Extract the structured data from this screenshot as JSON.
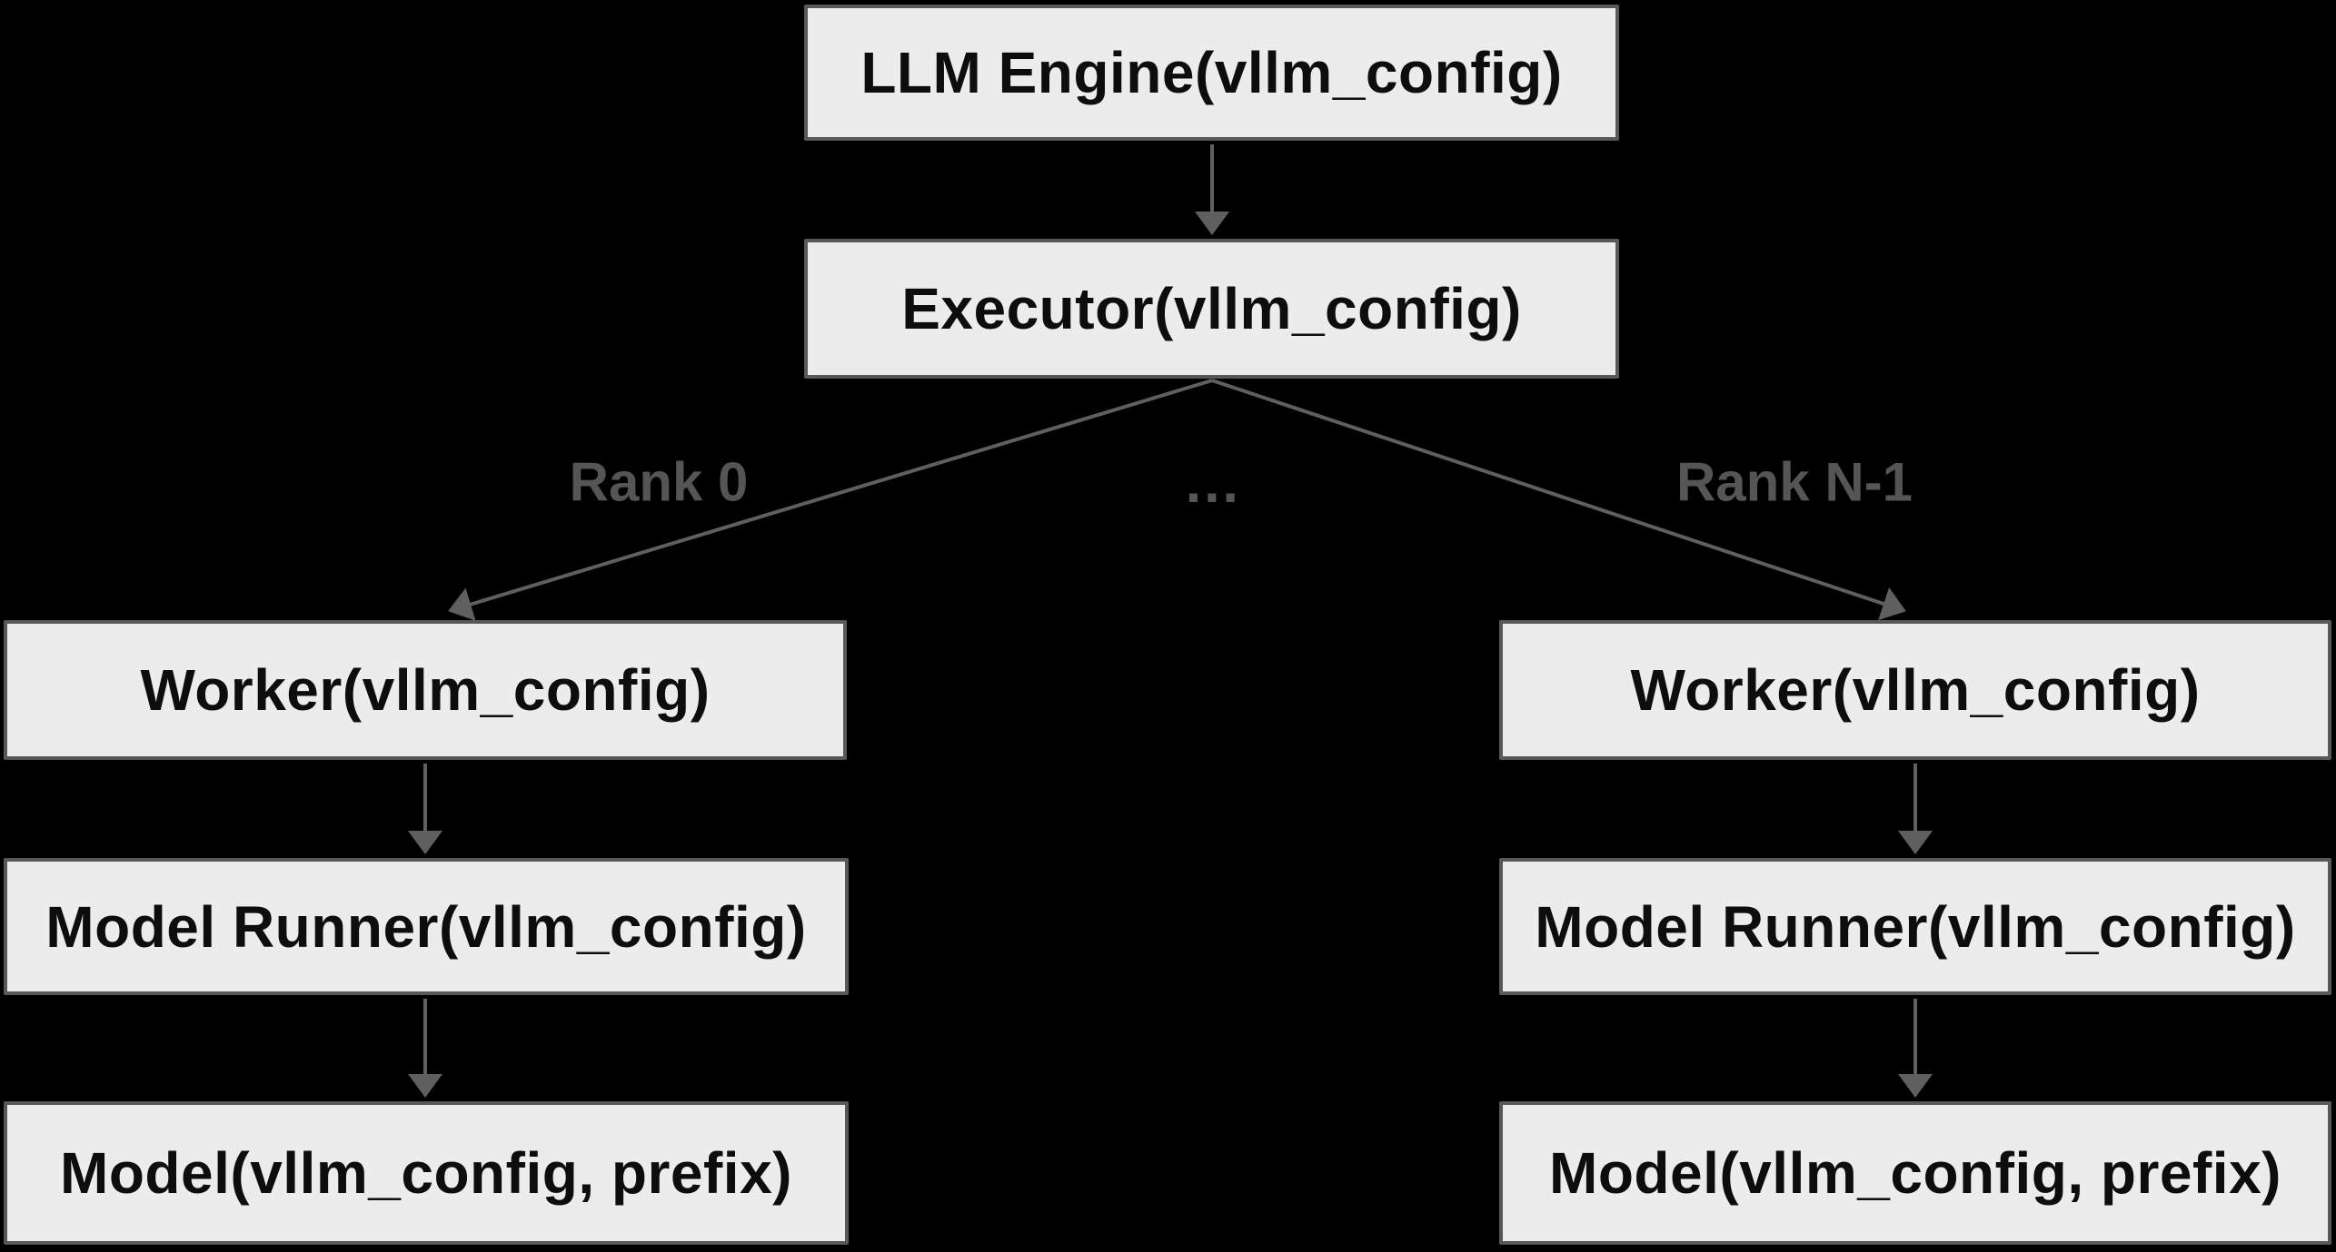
{
  "diagram": {
    "nodes": {
      "llm_engine": "LLM Engine(vllm_config)",
      "executor": "Executor(vllm_config)",
      "worker_left": "Worker(vllm_config)",
      "worker_right": "Worker(vllm_config)",
      "model_runner_left": "Model Runner(vllm_config)",
      "model_runner_right": "Model Runner(vllm_config)",
      "model_left": "Model(vllm_config, prefix)",
      "model_right": "Model(vllm_config, prefix)"
    },
    "edge_labels": {
      "rank_0": "Rank 0",
      "ellipsis": "…",
      "rank_n_1": "Rank N-1"
    },
    "colors": {
      "background": "#000000",
      "node_fill": "#ececec",
      "node_border": "#585858",
      "node_text": "#0d0d0d",
      "edge_line": "#5f5f5f",
      "edge_label_text": "#555555"
    }
  }
}
